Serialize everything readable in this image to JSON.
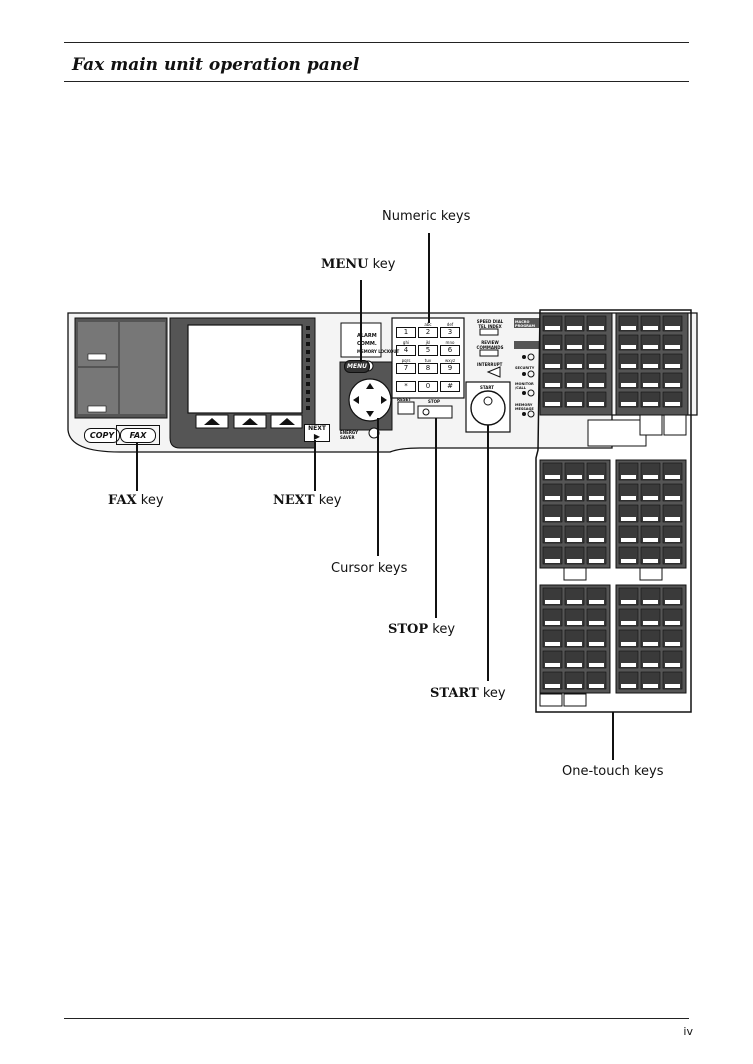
{
  "header": {
    "title": "Fax main unit operation panel"
  },
  "callouts": {
    "numeric_keys": "Numeric keys",
    "menu_key": {
      "bold": "MENU",
      "rest": " key"
    },
    "fax_key": {
      "bold": "FAX",
      "rest": " key"
    },
    "next_key": {
      "bold": "NEXT",
      "rest": " key"
    },
    "cursor_keys": "Cursor keys",
    "stop_key": {
      "bold": "STOP",
      "rest": " key"
    },
    "start_key": {
      "bold": "START",
      "rest": " key"
    },
    "one_touch_keys": "One-touch keys"
  },
  "panel": {
    "mode_buttons": [
      "COPY",
      "FAX"
    ],
    "menu_label": "MENU",
    "next_label": "NEXT",
    "reset_label": "RESET",
    "stop_label": "STOP",
    "start_label": "START",
    "interrupt_label": "INTERRUPT",
    "speed_dial_label": "SPEED DIAL TEL INDEX",
    "review_label": "REVIEW COMMANDS",
    "alarm_labels": [
      "ALARM",
      "COMM.",
      "MEMORY LOCKOUT"
    ],
    "status_labels": [
      "MACRO PROGRAM",
      "SECURITY",
      "MONITOR /CALL",
      "MEMORY MESSAGE"
    ],
    "energy_label": "ENERGY SAVER",
    "numeric_letters": [
      "",
      "abc",
      "def",
      "ghi",
      "jkl",
      "mno",
      "pqrs",
      "tuv",
      "wxyz",
      "",
      "",
      ""
    ],
    "numeric_keys": [
      "1",
      "2",
      "3",
      "4",
      "5",
      "6",
      "7",
      "8",
      "9",
      "*",
      "0",
      "#"
    ]
  },
  "footer": {
    "page_number": "iv"
  }
}
